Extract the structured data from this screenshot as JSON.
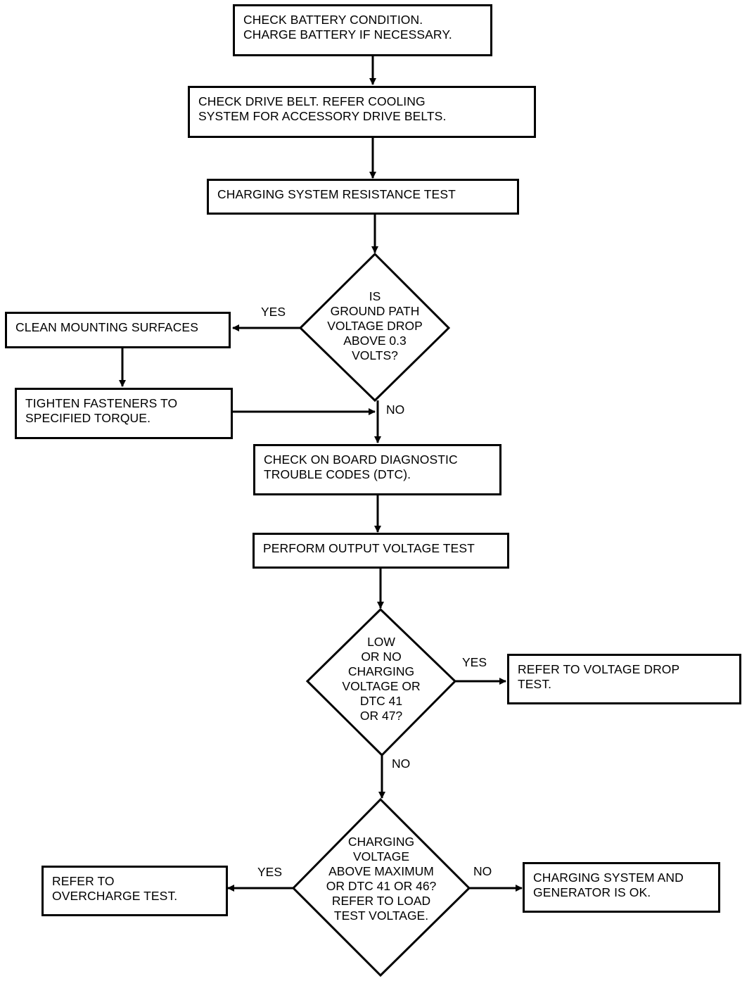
{
  "boxes": {
    "battery": [
      "CHECK BATTERY CONDITION.",
      "CHARGE BATTERY IF NECESSARY."
    ],
    "belt": [
      "CHECK DRIVE BELT. REFER COOLING",
      "SYSTEM FOR ACCESSORY DRIVE BELTS."
    ],
    "resistance": [
      "CHARGING SYSTEM RESISTANCE TEST"
    ],
    "clean": [
      "CLEAN MOUNTING SURFACES"
    ],
    "tighten": [
      "TIGHTEN FASTENERS TO",
      "SPECIFIED TORQUE."
    ],
    "dtc": [
      "CHECK ON BOARD DIAGNOSTIC",
      "TROUBLE CODES (DTC)."
    ],
    "output": [
      "PERFORM OUTPUT VOLTAGE TEST"
    ],
    "voltage_drop": [
      "REFER TO VOLTAGE DROP",
      "TEST."
    ],
    "overcharge": [
      "REFER TO",
      "OVERCHARGE TEST."
    ],
    "ok": [
      "CHARGING SYSTEM AND",
      "GENERATOR IS OK."
    ]
  },
  "decisions": {
    "ground": [
      "IS",
      "GROUND PATH",
      "VOLTAGE DROP",
      "ABOVE 0.3",
      "VOLTS?"
    ],
    "low": [
      "LOW",
      "OR NO",
      "CHARGING",
      "VOLTAGE OR",
      "DTC  41",
      "OR 47?"
    ],
    "above": [
      "CHARGING",
      "VOLTAGE",
      "ABOVE MAXIMUM",
      "OR DTC 41 OR 46?",
      "REFER TO LOAD",
      "TEST VOLTAGE."
    ]
  },
  "edge_labels": {
    "ground_yes": "YES",
    "ground_no": "NO",
    "low_yes": "YES",
    "low_no": "NO",
    "above_yes": "YES",
    "above_no": "NO"
  }
}
